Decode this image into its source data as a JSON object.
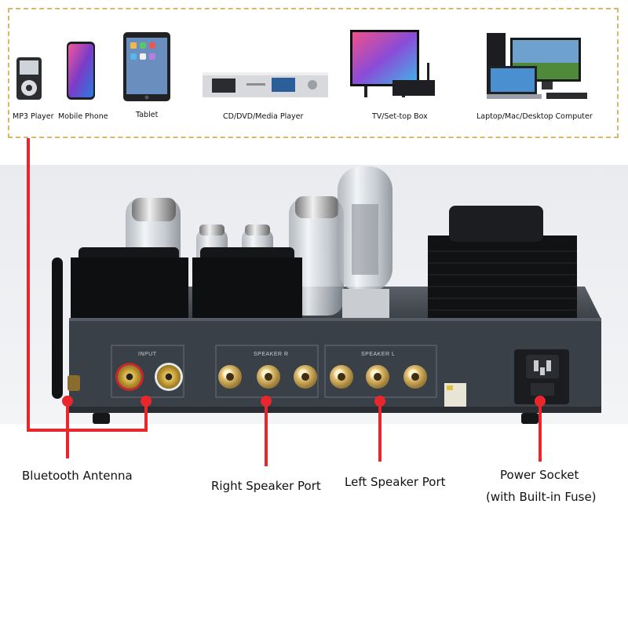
{
  "devices": [
    {
      "label": "MP3 Player",
      "icon": "mp3-player-icon"
    },
    {
      "label": "Mobile Phone",
      "icon": "mobile-phone-icon"
    },
    {
      "label": "Tablet",
      "icon": "tablet-icon"
    },
    {
      "label": "CD/DVD/Media Player",
      "icon": "media-player-icon"
    },
    {
      "label": "TV/Set-top Box",
      "icon": "tv-icon"
    },
    {
      "label": "Laptop/Mac/Desktop Computer",
      "icon": "computer-icon"
    }
  ],
  "panel": {
    "input": "INPUT",
    "speaker_r": "SPEAKER R",
    "speaker_l": "SPEAKER L"
  },
  "callouts": {
    "antenna": "Bluetooth Antenna",
    "right_speaker": "Right Speaker Port",
    "left_speaker": "Left Speaker Port",
    "power_line1": "Power Socket",
    "power_line2": "(with Built-in Fuse)"
  },
  "colors": {
    "accent": "#e8262c",
    "border": "#d9b86c",
    "chassis": "#3a4048"
  }
}
